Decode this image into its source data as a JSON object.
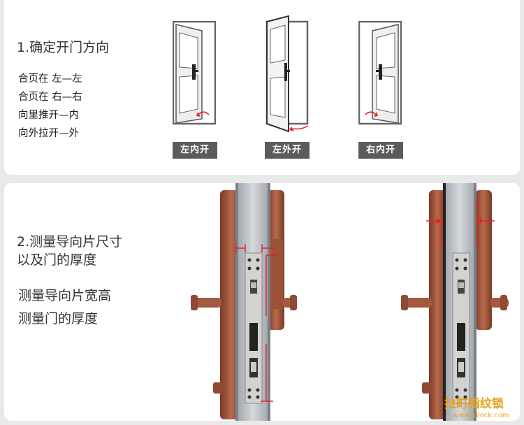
{
  "step1": {
    "title": "1.确定开门方向",
    "rules": [
      "合页在 左—左",
      "合页在 右—右",
      "向里推开—内",
      "向外拉开—外"
    ],
    "doors": [
      {
        "label": "左内开"
      },
      {
        "label": "左外开"
      },
      {
        "label": "右内开"
      }
    ]
  },
  "step2": {
    "title_line1": "2.测量导向片尺寸",
    "title_line2": "以及门的厚度",
    "sub": [
      "测量导向片宽高",
      "测量门的厚度"
    ]
  },
  "watermark": {
    "brand": "拉町指纹锁",
    "url": "www.ldlock.com"
  },
  "colors": {
    "accent_red": "#e52222",
    "label_bg": "#5b5b5b",
    "lock_bronze": "#a0543a",
    "watermark": "#e8a21a"
  }
}
